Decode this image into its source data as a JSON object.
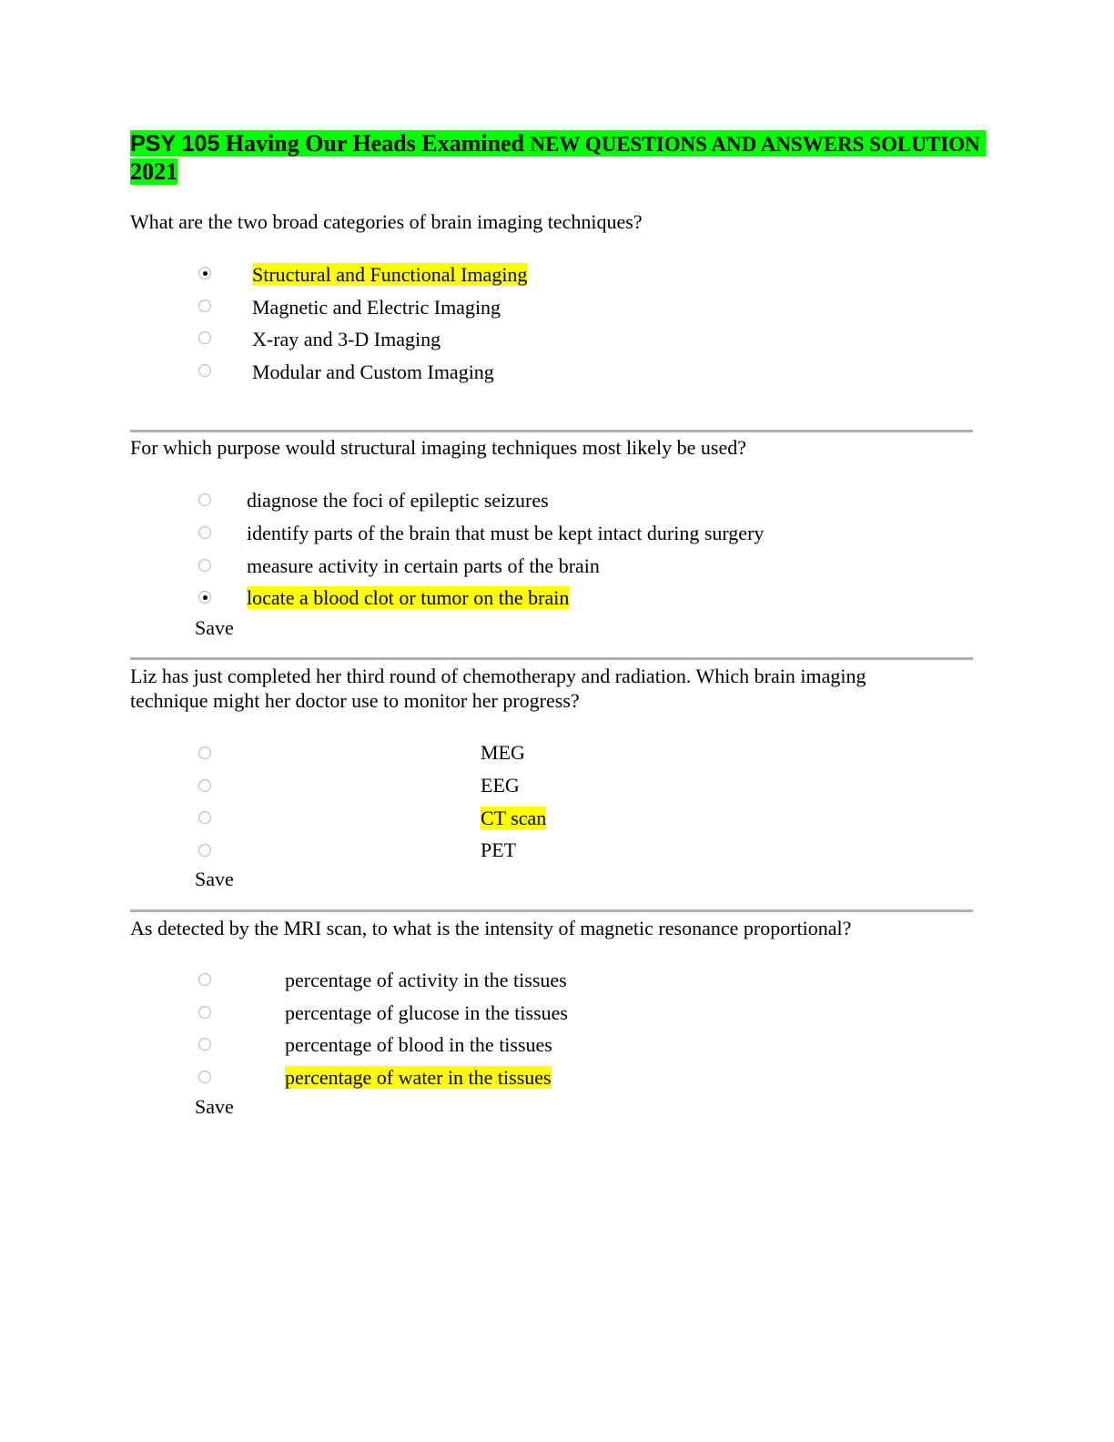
{
  "title": {
    "course": "PSY 105",
    "topic": "Having Our Heads Examined",
    "rest": "NEW QUESTIONS AND ANSWERS SOLUTION",
    "year": "2021"
  },
  "highlight_colors": {
    "title": "#00ff00",
    "answer": "#ffff00"
  },
  "questions": [
    {
      "text": "What are the two broad categories of brain imaging techniques?",
      "options": [
        "Structural and Functional Imaging",
        "Magnetic and Electric Imaging",
        "X-ray and 3-D Imaging",
        "Modular and Custom Imaging"
      ]
    },
    {
      "text": "For which purpose would structural imaging techniques most likely be used?",
      "options": [
        "diagnose the foci of epileptic seizures",
        "identify parts of the brain that must be kept intact during surgery",
        "measure activity in certain parts of the brain",
        "locate a blood clot or tumor on the brain"
      ],
      "save": "Save"
    },
    {
      "text_line1": "Liz has just completed her third round of chemotherapy and radiation. Which brain imaging",
      "text_line2": "technique might her doctor use to monitor her progress?",
      "options": [
        "MEG",
        "EEG",
        "CT scan",
        "PET"
      ],
      "save": "Save"
    },
    {
      "text": "As detected by the MRI scan, to what is the intensity of magnetic resonance proportional?",
      "options": [
        "percentage of activity in the tissues",
        "percentage of glucose in the tissues",
        "percentage of blood in the tissues",
        "percentage of water in the tissues"
      ],
      "save": "Save"
    }
  ]
}
